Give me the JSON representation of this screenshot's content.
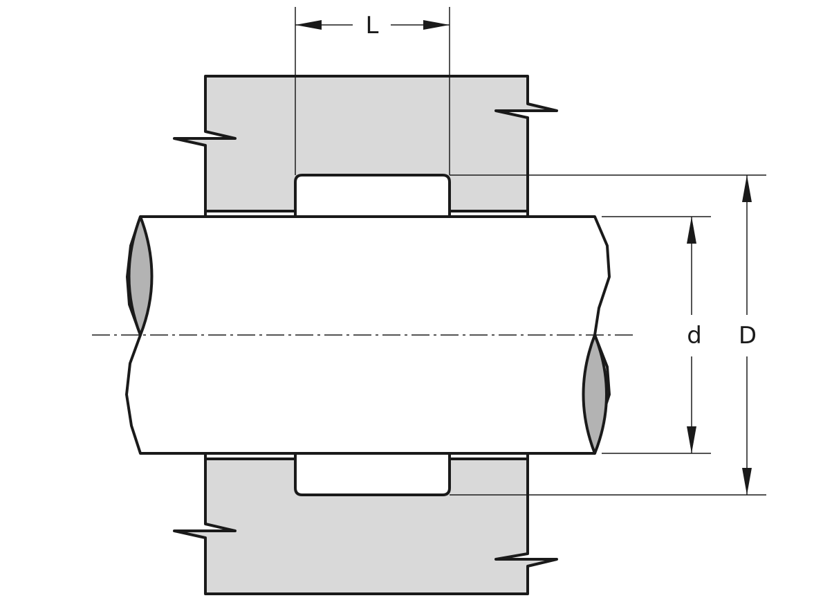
{
  "diagram": {
    "labels": {
      "length": "L",
      "shaft_diameter": "d",
      "groove_diameter": "D"
    },
    "colors": {
      "housing": "#d9d9d9",
      "shaft_section": "#b3b3b3",
      "line": "#1a1a1a"
    }
  }
}
